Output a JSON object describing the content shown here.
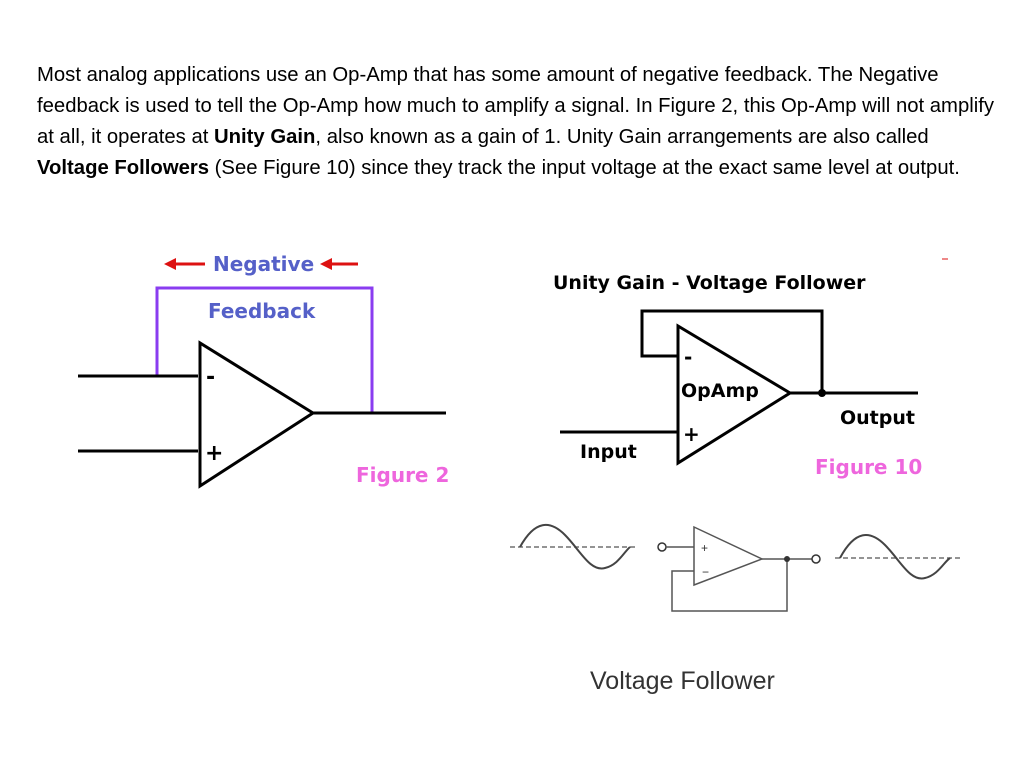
{
  "paragraph": {
    "part1": "Most analog applications use an Op-Amp that has some amount of negative feedback. The Negative feedback is used to tell the Op-Amp how much to amplify a signal. In Figure 2, this Op-Amp will not amplify at all, it operates at ",
    "bold1": "Unity Gain",
    "part2": ", also known as a gain of 1. Unity Gain arrangements are also called ",
    "bold2": "Voltage Followers",
    "part3": " (See Figure 10) since they track the input voltage at the exact same level at output."
  },
  "figure2": {
    "negative_label": "Negative",
    "feedback_label": "Feedback",
    "minus_sign": "-",
    "plus_sign": "+",
    "caption": "Figure 2"
  },
  "figure10": {
    "title": "Unity Gain - Voltage Follower",
    "opamp_label": "OpAmp",
    "minus_sign": "-",
    "plus_sign": "+",
    "output_label": "Output",
    "input_label": "Input",
    "caption": "Figure 10"
  },
  "follower": {
    "plus_sign": "+",
    "minus_sign": "−",
    "caption": "Voltage Follower"
  },
  "colors": {
    "feedback_purple": "#8a3cf0",
    "label_blue": "#5560c8",
    "arrow_red": "#dd1111",
    "caption_pink": "#ee66dd",
    "sketch_gray": "#555555"
  }
}
